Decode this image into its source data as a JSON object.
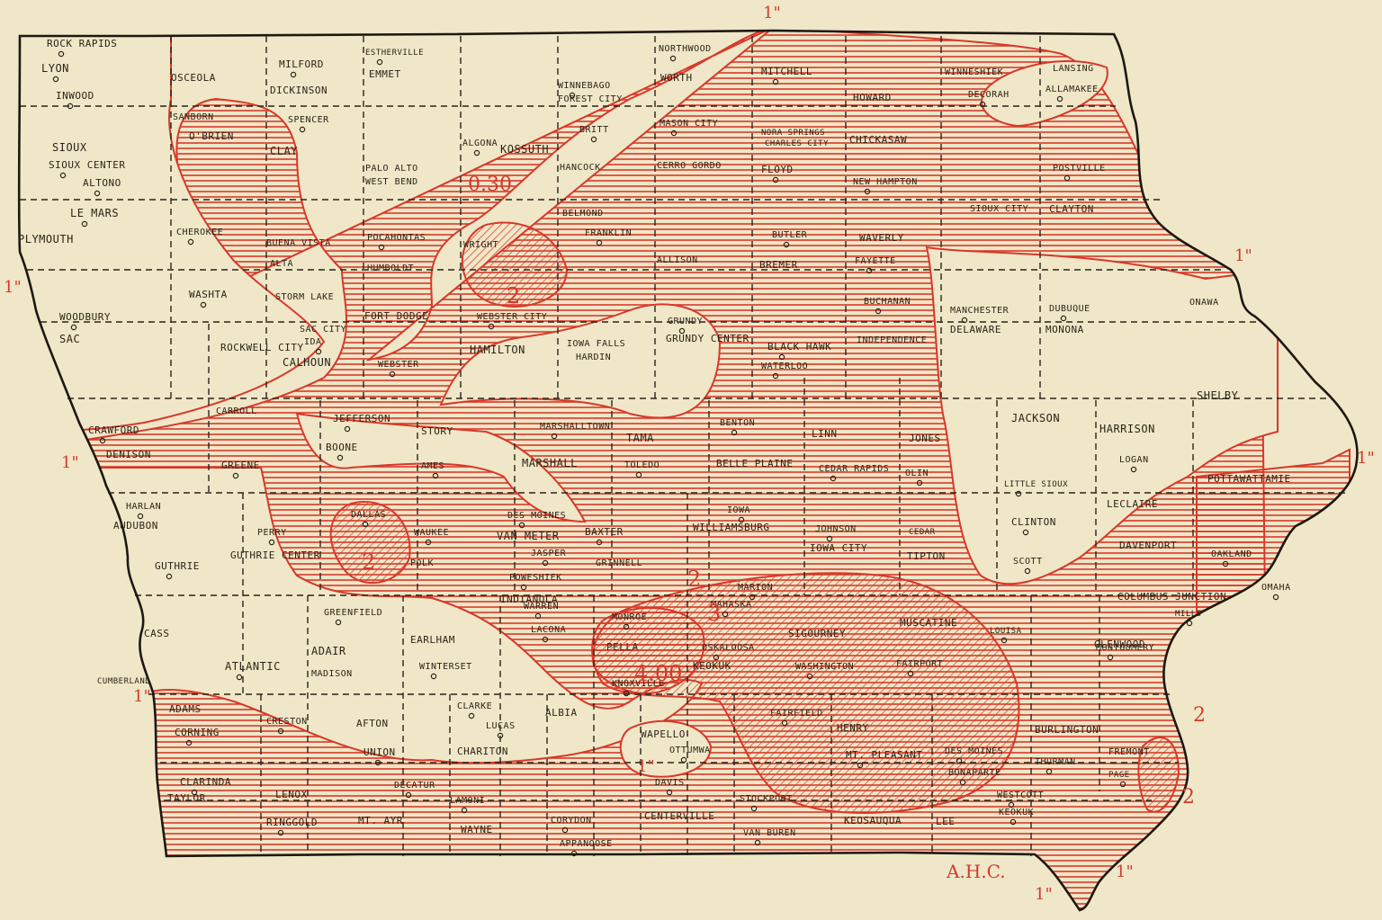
{
  "colors": {
    "paper": "#efe7c8",
    "ink": "#2a2417",
    "rain": "#d8382a"
  },
  "rain_labels": [
    "1\"",
    "0.30",
    "2",
    "3",
    "4.00",
    "A.H.C."
  ],
  "places": [
    "ROCK RAPIDS",
    "LYON",
    "INWOOD",
    "OSCEOLA",
    "MILFORD",
    "DICKINSON",
    "ESTHERVILLE",
    "EMMET",
    "KOSSUTH",
    "WINNEBAGO",
    "FOREST CITY",
    "NORTHWOOD",
    "WORTH",
    "MITCHELL",
    "HOWARD",
    "WINNESHIEK",
    "DECORAH",
    "LANSING",
    "ALLAMAKEE",
    "SIOUX",
    "SIOUX CENTER",
    "ALTONO",
    "SANBORN",
    "O'BRIEN",
    "SPENCER",
    "CLAY",
    "PALO ALTO",
    "WEST BEND",
    "ALGONA",
    "BRITT",
    "HANCOCK",
    "MASON CITY",
    "CERRO GORDO",
    "NORA SPRINGS",
    "CHARLES CITY",
    "FLOYD",
    "CHICKASAW",
    "NEW HAMPTON",
    "POSTVILLE",
    "CLAYTON",
    "LE MARS",
    "PLYMOUTH",
    "CHEROKEE",
    "BUENA VISTA",
    "ALTA",
    "STORM LAKE",
    "WASHTA",
    "POCAHONTAS",
    "HUMBOLDT",
    "WRIGHT",
    "BELMOND",
    "FRANKLIN",
    "ALLISON",
    "BUTLER",
    "BREMER",
    "WAVERLY",
    "FAYETTE",
    "SIOUX CITY",
    "WOODBURY",
    "SAC",
    "SAC CITY",
    "IDA",
    "CALHOUN",
    "ROCKWELL CITY",
    "FORT DODGE",
    "WEBSTER",
    "WEBSTER CITY",
    "HAMILTON",
    "IOWA FALLS",
    "HARDIN",
    "GRUNDY",
    "GRUNDY CENTER",
    "BLACK HAWK",
    "WATERLOO",
    "INDEPENDENCE",
    "BUCHANAN",
    "MANCHESTER",
    "DELAWARE",
    "DUBUQUE",
    "MONONA",
    "ONAWA",
    "CRAWFORD",
    "DENISON",
    "CARROLL",
    "GREENE",
    "JEFFERSON",
    "BOONE",
    "STORY",
    "AMES",
    "MARSHALLTOWN",
    "MARSHALL",
    "TAMA",
    "TOLEDO",
    "BENTON",
    "BELLE PLAINE",
    "LINN",
    "CEDAR RAPIDS",
    "JONES",
    "OLIN",
    "JACKSON",
    "LITTLE SIOUX",
    "HARRISON",
    "LOGAN",
    "SHELBY",
    "HARLAN",
    "AUDUBON",
    "GUTHRIE",
    "GUTHRIE CENTER",
    "PERRY",
    "DALLAS",
    "WAUKEE",
    "POLK",
    "DES MOINES",
    "VAN METER",
    "JASPER",
    "BAXTER",
    "GRINNELL",
    "POWESHIEK",
    "WILLIAMSBURG",
    "IOWA",
    "JOHNSON",
    "IOWA CITY",
    "CEDAR",
    "TIPTON",
    "CLINTON",
    "SCOTT",
    "LECLAIRE",
    "DAVENPORT",
    "POTTAWATTAMIE",
    "OAKLAND",
    "OMAHA",
    "CASS",
    "ATLANTIC",
    "CUMBERLAND",
    "ADAIR",
    "GREENFIELD",
    "MADISON",
    "EARLHAM",
    "WINTERSET",
    "INDIANOLA",
    "WARREN",
    "LACONA",
    "MONROE",
    "PELLA",
    "KNOXVILLE",
    "MARION",
    "MAHASKA",
    "OSKALOOSA",
    "KEOKUK",
    "SIGOURNEY",
    "WASHINGTON",
    "MUSCATINE",
    "FAIRPORT",
    "LOUISA",
    "COLUMBUS JUNCTION",
    "MILLS",
    "GLENWOOD",
    "MONTGOMERY",
    "ADAMS",
    "CORNING",
    "CRESTON",
    "AFTON",
    "UNION",
    "CLARKE",
    "LUCAS",
    "CHARITON",
    "ALBIA",
    "WAPELLO",
    "OTTUMWA",
    "FAIRFIELD",
    "HENRY",
    "MT. PLEASANT",
    "DES MOINES",
    "BURLINGTON",
    "THURMAN",
    "FREMONT",
    "PAGE",
    "CLARINDA",
    "TAYLOR",
    "LENOX",
    "RINGGOLD",
    "MT. AYR",
    "DECATUR",
    "LAMONI",
    "WAYNE",
    "CORYDON",
    "APPANOOSE",
    "CENTERVILLE",
    "DAVIS",
    "STOCKPORT",
    "VAN BUREN",
    "KEOSAUQUA",
    "BONAPARTE",
    "LEE",
    "WESTCOTT",
    "KEOKUK"
  ]
}
